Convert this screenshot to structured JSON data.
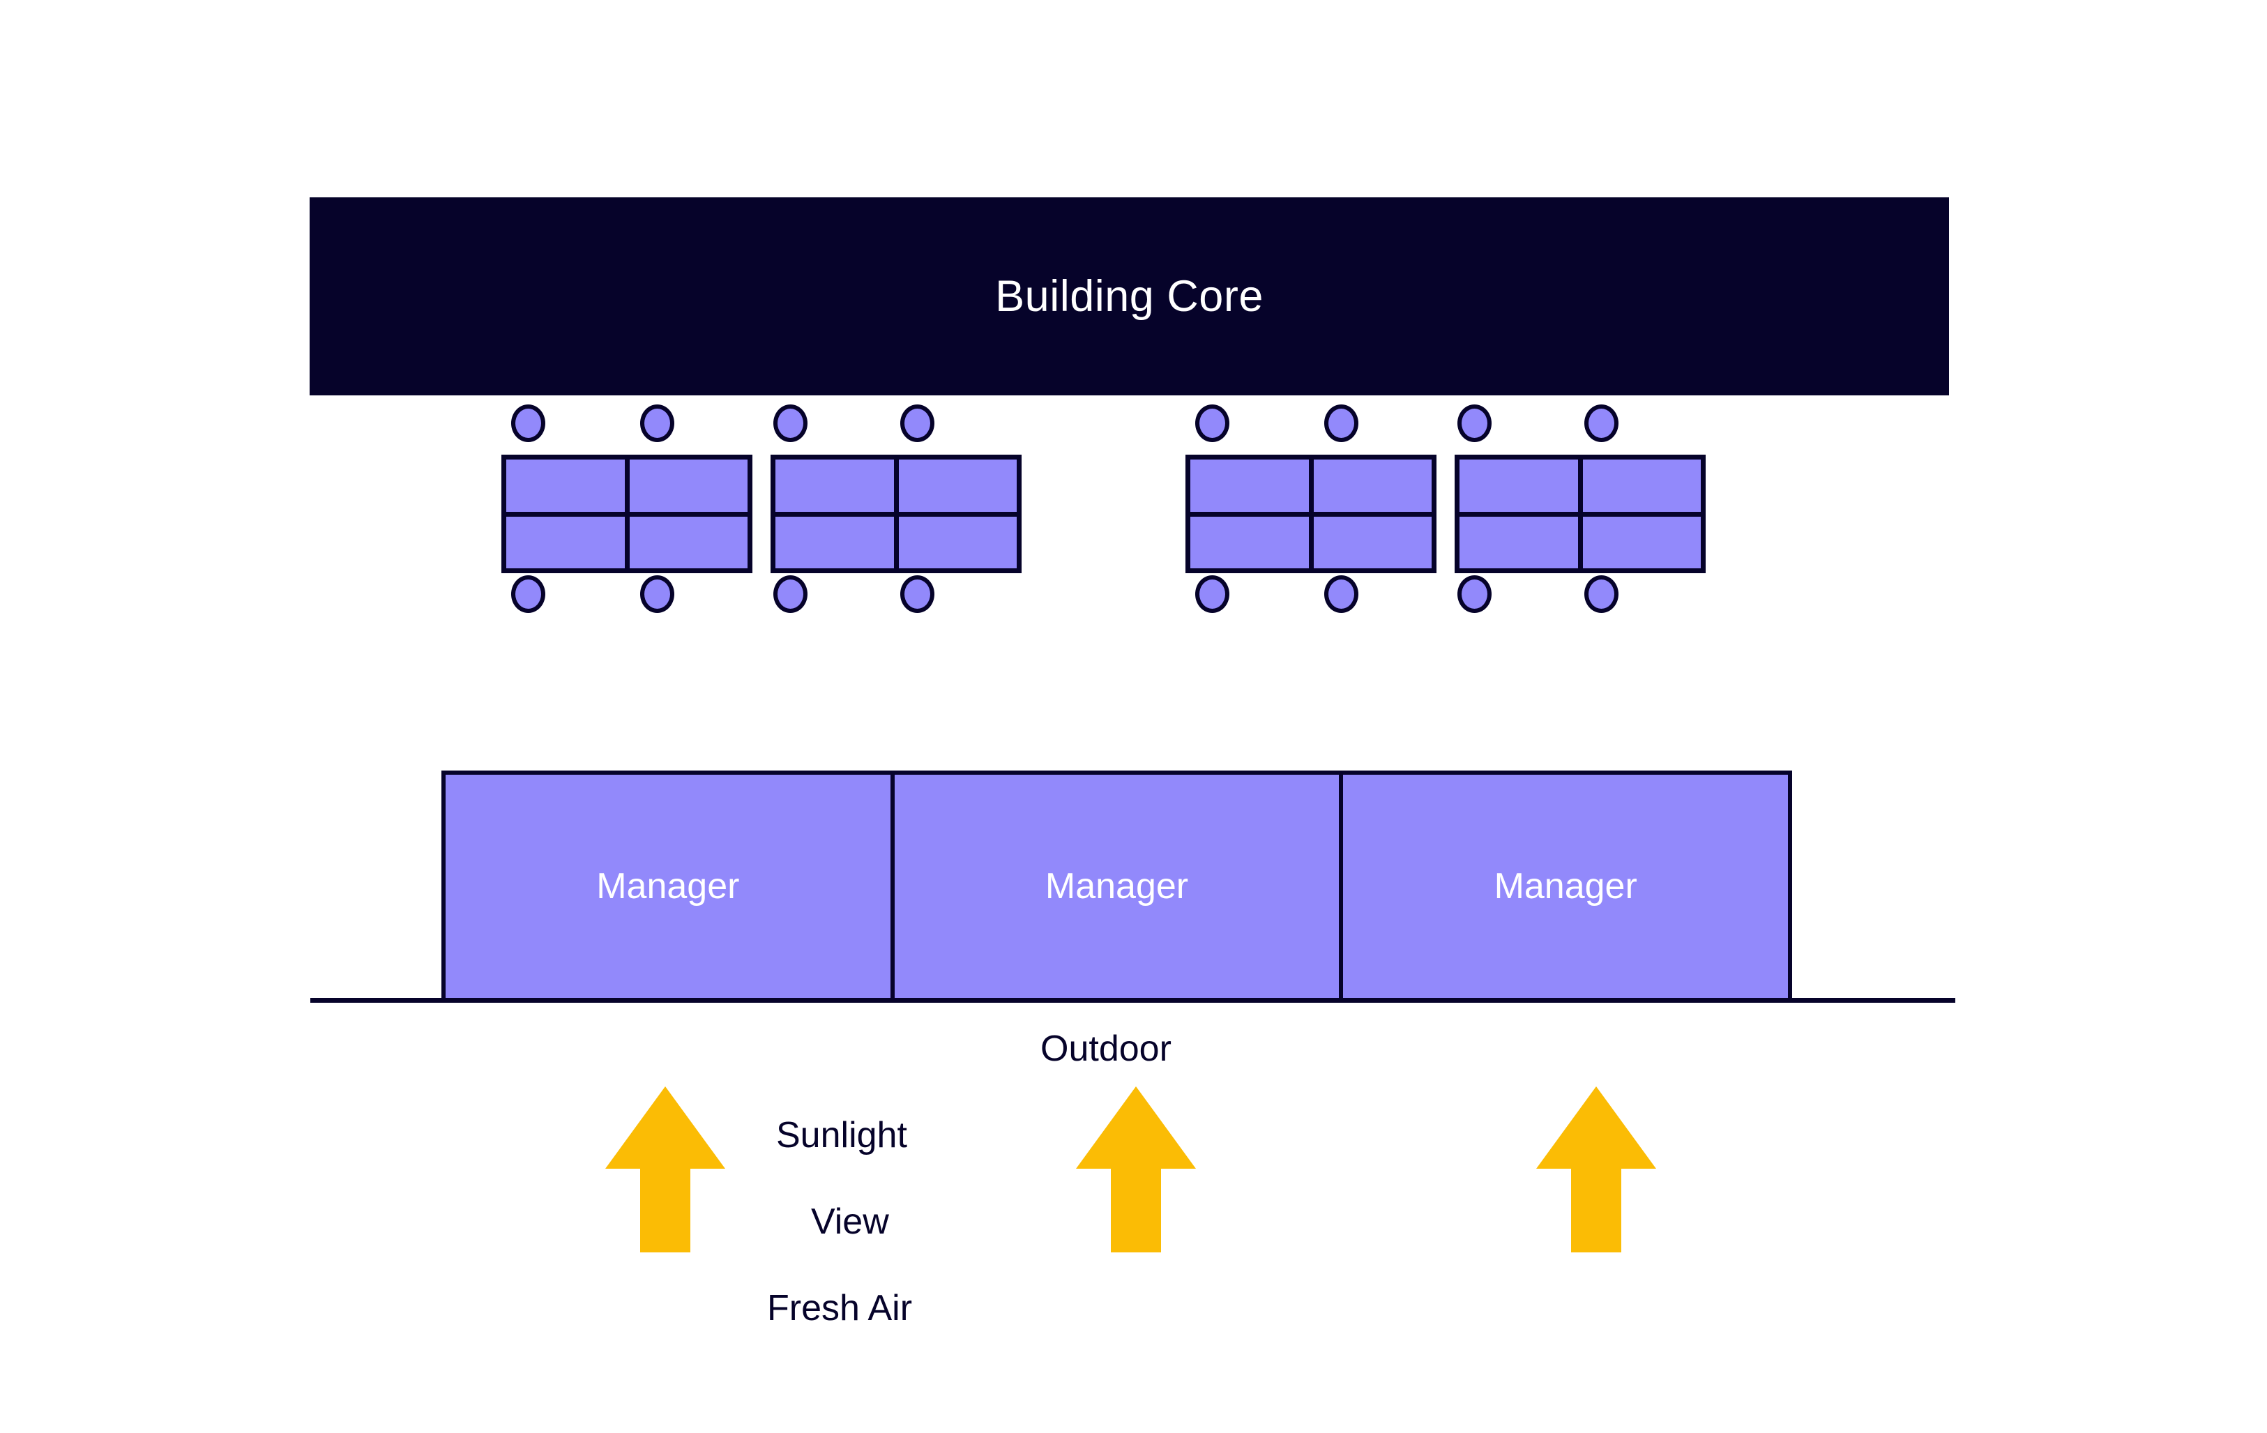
{
  "diagram": {
    "title_block": {
      "label": "Building Core",
      "color": "#06032A",
      "text_color": "#ffffff"
    },
    "workstation_clusters": [
      {
        "name": "left-cluster",
        "chairs_top": [
          "chair",
          "chair",
          "chair",
          "chair"
        ],
        "chairs_bottom": [
          "chair",
          "chair",
          "chair",
          "chair"
        ],
        "desk_blocks": [
          {
            "name": "desk-block-a",
            "desks": [
              "desk",
              "desk",
              "desk",
              "desk"
            ]
          },
          {
            "name": "desk-block-b",
            "desks": [
              "desk",
              "desk",
              "desk",
              "desk"
            ]
          }
        ]
      },
      {
        "name": "right-cluster",
        "chairs_top": [
          "chair",
          "chair",
          "chair",
          "chair"
        ],
        "chairs_bottom": [
          "chair",
          "chair",
          "chair",
          "chair"
        ],
        "desk_blocks": [
          {
            "name": "desk-block-a",
            "desks": [
              "desk",
              "desk",
              "desk",
              "desk"
            ]
          },
          {
            "name": "desk-block-b",
            "desks": [
              "desk",
              "desk",
              "desk",
              "desk"
            ]
          }
        ]
      }
    ],
    "manager_row": {
      "cells": [
        {
          "label": "Manager"
        },
        {
          "label": "Manager"
        },
        {
          "label": "Manager"
        }
      ]
    },
    "facade": {
      "outdoor_label": "Outdoor"
    },
    "benefit_labels": [
      {
        "text": "Sunlight"
      },
      {
        "text": "View"
      },
      {
        "text": "Fresh Air"
      }
    ],
    "arrows": [
      {
        "name": "up-arrow-left",
        "direction": "up"
      },
      {
        "name": "up-arrow-center",
        "direction": "up"
      },
      {
        "name": "up-arrow-right",
        "direction": "up"
      }
    ],
    "colors": {
      "core_fill": "#06032A",
      "furniture_fill": "#9289FB",
      "furniture_stroke": "#06032A",
      "arrow_fill": "#FBBC05",
      "ground_line": "#06032A",
      "background": "#ffffff"
    }
  }
}
